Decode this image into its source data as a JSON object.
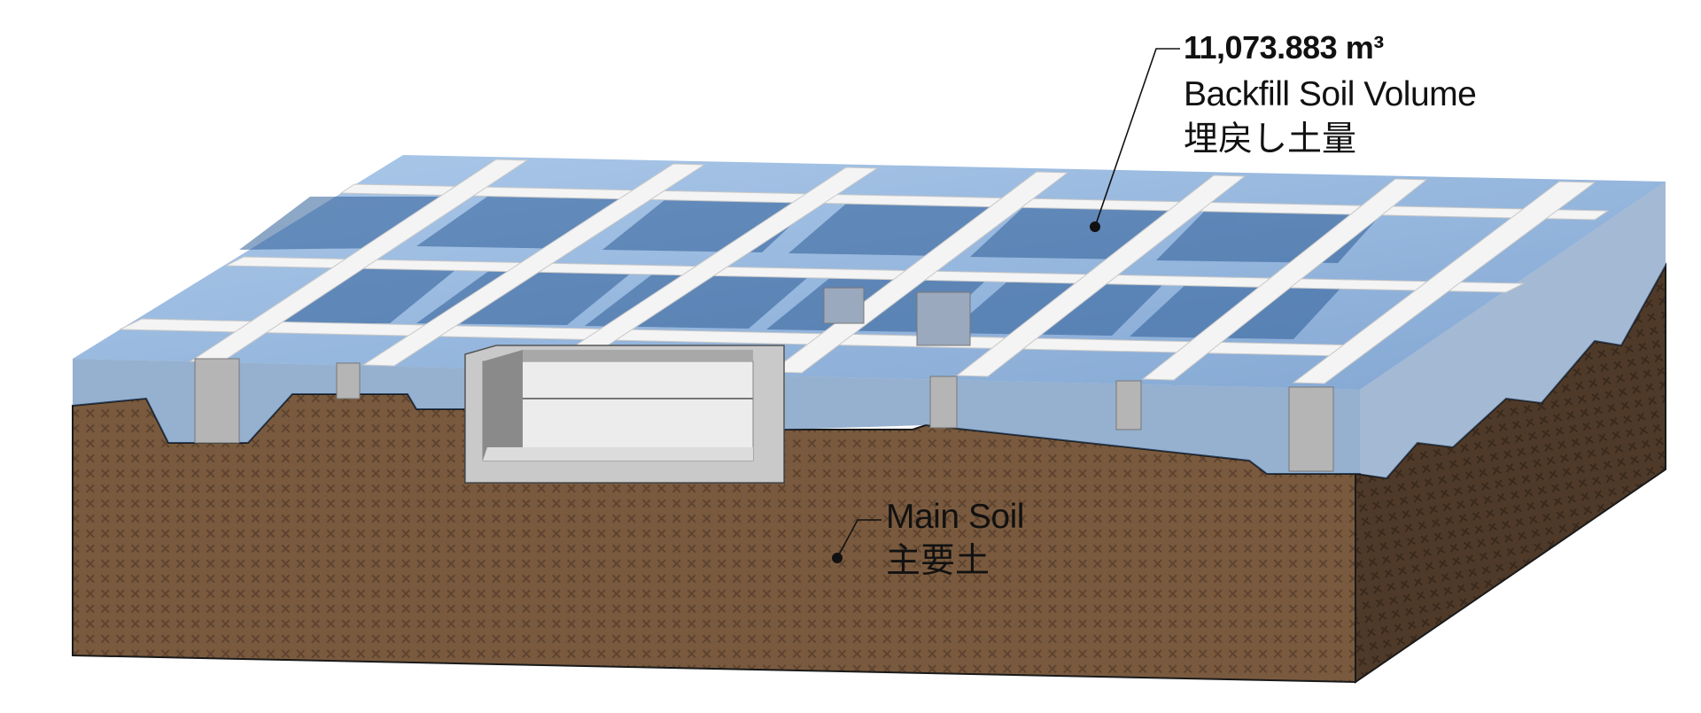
{
  "backfill": {
    "volume": "11,073.883 m³",
    "name_en": "Backfill Soil Volume",
    "name_ja": "埋戻し土量"
  },
  "main_soil": {
    "name_en": "Main Soil",
    "name_ja": "主要土"
  },
  "colors": {
    "soil_front": "#7a5a3e",
    "soil_side": "#4f3a29",
    "soil_pattern": "#5e4430",
    "backfill_blue": "#3f6fa8",
    "backfill_light": "#9cc0e8",
    "beam_white": "#f4f4f4",
    "concrete_gray": "#b0b0b0",
    "outline": "#1a1a1a"
  }
}
